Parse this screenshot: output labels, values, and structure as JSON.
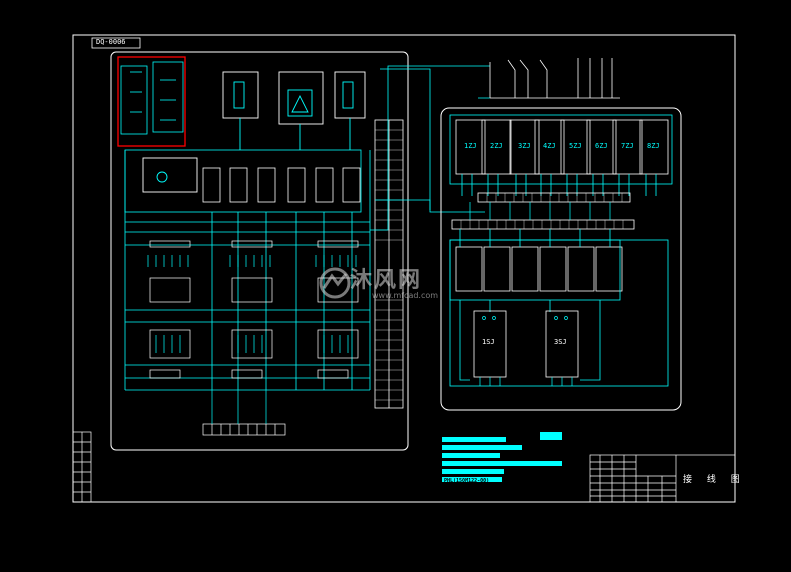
{
  "drawing": {
    "code": "DQ-0006",
    "title": "接 线 图",
    "colors": {
      "background": "#000000",
      "wire": "#00ffff",
      "frame": "#ffffff",
      "highlight": "#ff0000"
    }
  },
  "relays": {
    "top_row": [
      "1ZJ",
      "2ZJ",
      "3ZJ",
      "4ZJ",
      "5ZJ",
      "6ZJ",
      "7ZJ",
      "8ZJ"
    ],
    "timers": [
      "1SJ",
      "3SJ"
    ]
  },
  "notes": [
    "PHL(150M122-00)"
  ],
  "watermark": {
    "brand": "沐风网",
    "url": "www.mfcad.com",
    "icon": "mfcad-logo-icon"
  }
}
